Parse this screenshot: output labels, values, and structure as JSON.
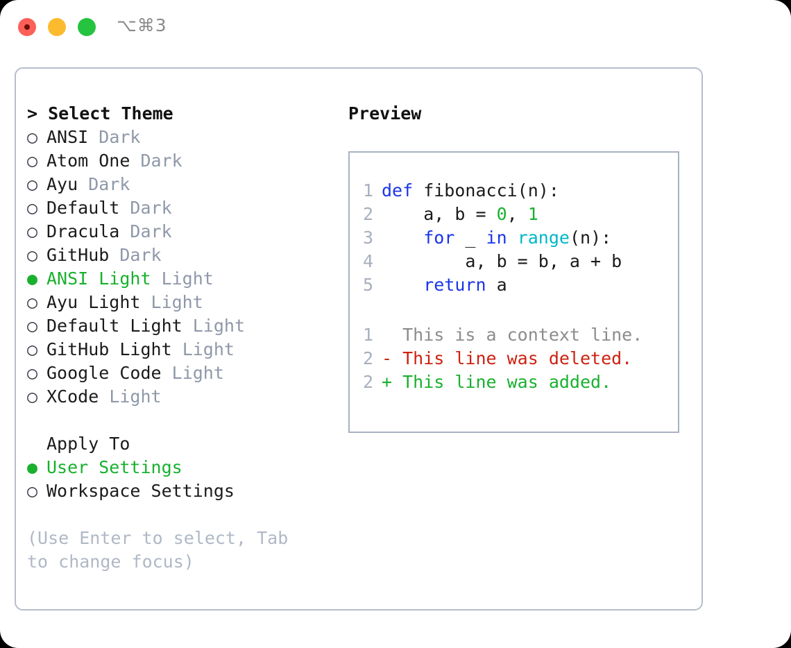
{
  "window": {
    "shortcut": "⌥⌘3",
    "traffic_lights": [
      {
        "name": "close",
        "color": "#fc6058"
      },
      {
        "name": "minimize",
        "color": "#fcbb2f"
      },
      {
        "name": "maximize",
        "color": "#25c33f"
      }
    ]
  },
  "theme_panel": {
    "heading": "> Select Theme",
    "items": [
      {
        "bullet": "○",
        "label": "ANSI",
        "badge": "Dark",
        "selected": false
      },
      {
        "bullet": "○",
        "label": "Atom One",
        "badge": "Dark",
        "selected": false
      },
      {
        "bullet": "○",
        "label": "Ayu",
        "badge": "Dark",
        "selected": false
      },
      {
        "bullet": "○",
        "label": "Default",
        "badge": "Dark",
        "selected": false
      },
      {
        "bullet": "○",
        "label": "Dracula",
        "badge": "Dark",
        "selected": false
      },
      {
        "bullet": "○",
        "label": "GitHub",
        "badge": "Dark",
        "selected": false
      },
      {
        "bullet": "●",
        "label": "ANSI Light",
        "badge": "Light",
        "selected": true
      },
      {
        "bullet": "○",
        "label": "Ayu Light",
        "badge": "Light",
        "selected": false
      },
      {
        "bullet": "○",
        "label": "Default Light",
        "badge": "Light",
        "selected": false
      },
      {
        "bullet": "○",
        "label": "GitHub Light",
        "badge": "Light",
        "selected": false
      },
      {
        "bullet": "○",
        "label": "Google Code",
        "badge": "Light",
        "selected": false
      },
      {
        "bullet": "○",
        "label": "XCode",
        "badge": "Light",
        "selected": false
      }
    ]
  },
  "apply_to": {
    "heading": "Apply To",
    "items": [
      {
        "bullet": "●",
        "label": "User Settings",
        "selected": true
      },
      {
        "bullet": "○",
        "label": "Workspace Settings",
        "selected": false
      }
    ]
  },
  "hint": "(Use Enter to select, Tab to change focus)",
  "preview": {
    "title": "Preview",
    "code_lines": [
      {
        "num": "1",
        "tokens": [
          {
            "t": "def",
            "c": "kw"
          },
          {
            "t": " fibonacci(n):",
            "c": "plain"
          }
        ]
      },
      {
        "num": "2",
        "tokens": [
          {
            "t": "    a, b = ",
            "c": "plain"
          },
          {
            "t": "0",
            "c": "num"
          },
          {
            "t": ", ",
            "c": "plain"
          },
          {
            "t": "1",
            "c": "num"
          }
        ]
      },
      {
        "num": "3",
        "tokens": [
          {
            "t": "    ",
            "c": "plain"
          },
          {
            "t": "for",
            "c": "kw"
          },
          {
            "t": " _ ",
            "c": "plain"
          },
          {
            "t": "in",
            "c": "kw"
          },
          {
            "t": " ",
            "c": "plain"
          },
          {
            "t": "range",
            "c": "fn"
          },
          {
            "t": "(n):",
            "c": "plain"
          }
        ]
      },
      {
        "num": "4",
        "tokens": [
          {
            "t": "        a, b = b, a + b",
            "c": "plain"
          }
        ]
      },
      {
        "num": "5",
        "tokens": [
          {
            "t": "    ",
            "c": "plain"
          },
          {
            "t": "return",
            "c": "kw"
          },
          {
            "t": " a",
            "c": "plain"
          }
        ]
      }
    ],
    "diff_lines": [
      {
        "num": "1",
        "marker": "  ",
        "text": "This is a context line.",
        "kind": "ctx"
      },
      {
        "num": "2",
        "marker": "- ",
        "text": "This line was deleted.",
        "kind": "del"
      },
      {
        "num": "2",
        "marker": "+ ",
        "text": "This line was added.",
        "kind": "add"
      }
    ]
  },
  "colors": {
    "accent_green": "#19b02e",
    "keyword_blue": "#1a35e8",
    "function_cyan": "#00b7c9",
    "diff_red": "#cc2211",
    "muted_gray": "#8e98a9",
    "border": "#b6bdcc"
  }
}
